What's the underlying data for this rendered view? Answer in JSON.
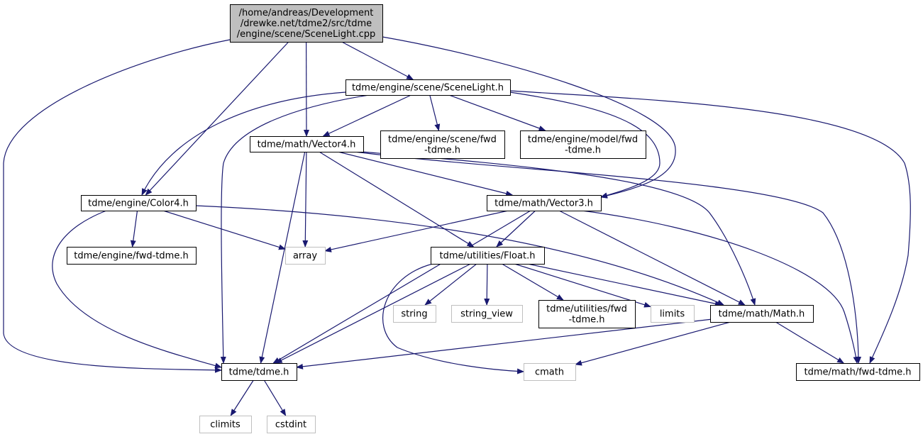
{
  "colors": {
    "edge": "#191970",
    "root_fill": "#bfbfbf",
    "node_border": "#000000",
    "external_border": "#bfbfbf",
    "background": "#ffffff"
  },
  "nodes": {
    "root": {
      "lines": [
        "/home/andreas/Development",
        "/drewke.net/tdme2/src/tdme",
        "/engine/scene/SceneLight.cpp"
      ],
      "kind": "root"
    },
    "scenelight_h": {
      "lines": [
        "tdme/engine/scene/SceneLight.h"
      ],
      "kind": "header"
    },
    "vector4_h": {
      "lines": [
        "tdme/math/Vector4.h"
      ],
      "kind": "header"
    },
    "scene_fwd": {
      "lines": [
        "tdme/engine/scene/fwd",
        "-tdme.h"
      ],
      "kind": "header"
    },
    "model_fwd": {
      "lines": [
        "tdme/engine/model/fwd",
        "-tdme.h"
      ],
      "kind": "header"
    },
    "color4_h": {
      "lines": [
        "tdme/engine/Color4.h"
      ],
      "kind": "header"
    },
    "vector3_h": {
      "lines": [
        "tdme/math/Vector3.h"
      ],
      "kind": "header"
    },
    "engine_fwd": {
      "lines": [
        "tdme/engine/fwd-tdme.h"
      ],
      "kind": "header"
    },
    "array": {
      "lines": [
        "array"
      ],
      "kind": "external"
    },
    "float_h": {
      "lines": [
        "tdme/utilities/Float.h"
      ],
      "kind": "header"
    },
    "string": {
      "lines": [
        "string"
      ],
      "kind": "external"
    },
    "string_view": {
      "lines": [
        "string_view"
      ],
      "kind": "external"
    },
    "util_fwd": {
      "lines": [
        "tdme/utilities/fwd",
        "-tdme.h"
      ],
      "kind": "header"
    },
    "limits": {
      "lines": [
        "limits"
      ],
      "kind": "external"
    },
    "math_h": {
      "lines": [
        "tdme/math/Math.h"
      ],
      "kind": "header"
    },
    "tdme_h": {
      "lines": [
        "tdme/tdme.h"
      ],
      "kind": "header"
    },
    "cmath": {
      "lines": [
        "cmath"
      ],
      "kind": "external"
    },
    "math_fwd": {
      "lines": [
        "tdme/math/fwd-tdme.h"
      ],
      "kind": "header"
    },
    "climits": {
      "lines": [
        "climits"
      ],
      "kind": "external"
    },
    "cstdint": {
      "lines": [
        "cstdint"
      ],
      "kind": "external"
    }
  },
  "edges": [
    [
      "root",
      "scenelight_h"
    ],
    [
      "root",
      "vector4_h"
    ],
    [
      "root",
      "color4_h"
    ],
    [
      "root",
      "vector3_h"
    ],
    [
      "root",
      "tdme_h"
    ],
    [
      "scenelight_h",
      "vector4_h"
    ],
    [
      "scenelight_h",
      "scene_fwd"
    ],
    [
      "scenelight_h",
      "model_fwd"
    ],
    [
      "scenelight_h",
      "color4_h"
    ],
    [
      "scenelight_h",
      "vector3_h"
    ],
    [
      "scenelight_h",
      "tdme_h"
    ],
    [
      "scenelight_h",
      "math_fwd"
    ],
    [
      "vector4_h",
      "vector3_h"
    ],
    [
      "vector4_h",
      "array"
    ],
    [
      "vector4_h",
      "float_h"
    ],
    [
      "vector4_h",
      "math_h"
    ],
    [
      "vector4_h",
      "tdme_h"
    ],
    [
      "vector4_h",
      "math_fwd"
    ],
    [
      "color4_h",
      "engine_fwd"
    ],
    [
      "color4_h",
      "array"
    ],
    [
      "color4_h",
      "math_h"
    ],
    [
      "color4_h",
      "tdme_h"
    ],
    [
      "vector3_h",
      "array"
    ],
    [
      "vector3_h",
      "float_h"
    ],
    [
      "vector3_h",
      "math_h"
    ],
    [
      "vector3_h",
      "tdme_h"
    ],
    [
      "vector3_h",
      "math_fwd"
    ],
    [
      "float_h",
      "string"
    ],
    [
      "float_h",
      "string_view"
    ],
    [
      "float_h",
      "util_fwd"
    ],
    [
      "float_h",
      "limits"
    ],
    [
      "float_h",
      "math_h"
    ],
    [
      "float_h",
      "tdme_h"
    ],
    [
      "float_h",
      "cmath"
    ],
    [
      "math_h",
      "tdme_h"
    ],
    [
      "math_h",
      "cmath"
    ],
    [
      "math_h",
      "math_fwd"
    ],
    [
      "tdme_h",
      "climits"
    ],
    [
      "tdme_h",
      "cstdint"
    ]
  ]
}
